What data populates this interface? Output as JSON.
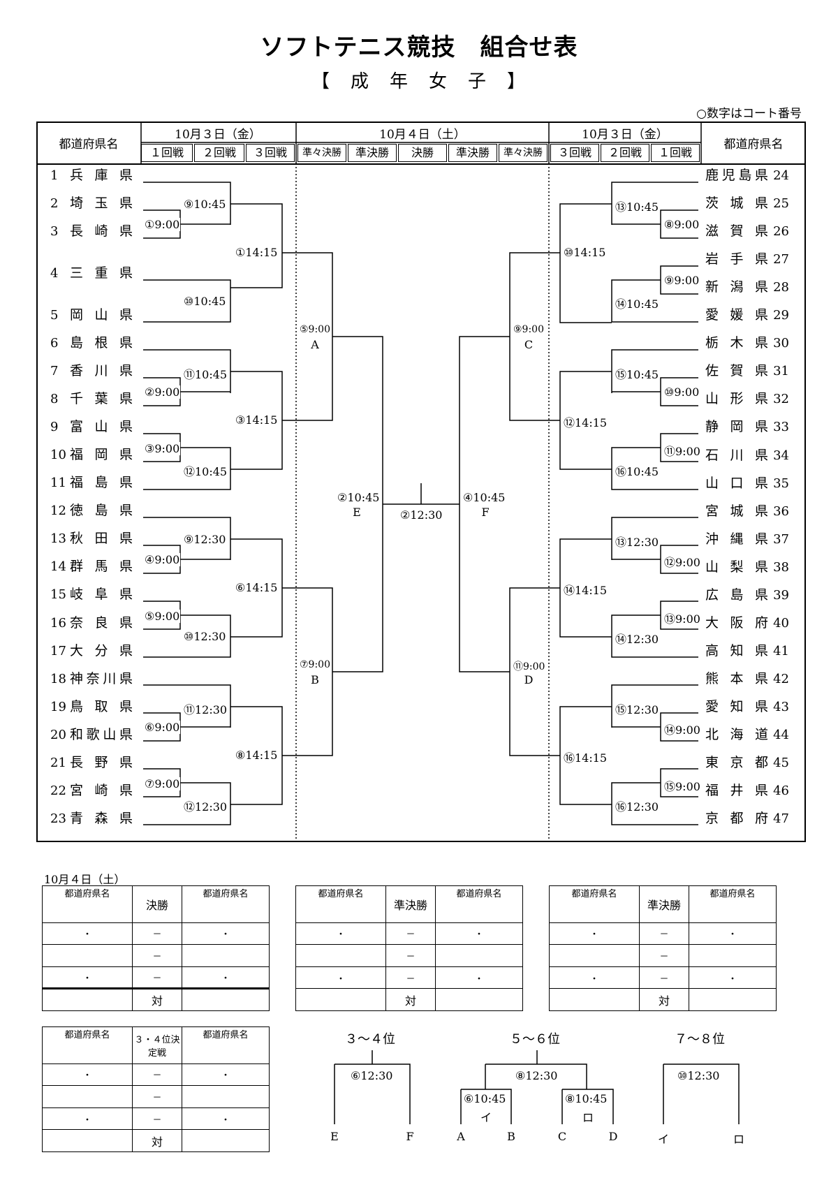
{
  "title": "ソフトテニス競技　組合せ表",
  "subtitle": "【　成　年　女　子　】",
  "note": "○数字はコート番号",
  "header": {
    "pref_col": "都道府県名",
    "date_left": "10月３日（金）",
    "date_center": "10月４日（土）",
    "date_right": "10月３日（金）",
    "rounds_left": [
      "１回戦",
      "２回戦",
      "３回戦"
    ],
    "rounds_center": [
      "準々決勝",
      "準決勝",
      "決勝",
      "準決勝",
      "準々決勝"
    ],
    "rounds_right": [
      "３回戦",
      "２回戦",
      "１回戦"
    ]
  },
  "left_prefs": [
    {
      "num": "1",
      "name": "兵庫県"
    },
    {
      "num": "2",
      "name": "埼玉県"
    },
    {
      "num": "3",
      "name": "長崎県"
    },
    {
      "num": "4",
      "name": "三重県"
    },
    {
      "num": "5",
      "name": "岡山県"
    },
    {
      "num": "6",
      "name": "島根県"
    },
    {
      "num": "7",
      "name": "香川県"
    },
    {
      "num": "8",
      "name": "千葉県"
    },
    {
      "num": "9",
      "name": "富山県"
    },
    {
      "num": "10",
      "name": "福岡県"
    },
    {
      "num": "11",
      "name": "福島県"
    },
    {
      "num": "12",
      "name": "徳島県"
    },
    {
      "num": "13",
      "name": "秋田県"
    },
    {
      "num": "14",
      "name": "群馬県"
    },
    {
      "num": "15",
      "name": "岐阜県"
    },
    {
      "num": "16",
      "name": "奈良県"
    },
    {
      "num": "17",
      "name": "大分県"
    },
    {
      "num": "18",
      "name": "神奈川県"
    },
    {
      "num": "19",
      "name": "鳥取県"
    },
    {
      "num": "20",
      "name": "和歌山県"
    },
    {
      "num": "21",
      "name": "長野県"
    },
    {
      "num": "22",
      "name": "宮崎県"
    },
    {
      "num": "23",
      "name": "青森県"
    }
  ],
  "right_prefs": [
    {
      "num": "24",
      "name": "鹿児島県"
    },
    {
      "num": "25",
      "name": "茨城県"
    },
    {
      "num": "26",
      "name": "滋賀県"
    },
    {
      "num": "27",
      "name": "岩手県"
    },
    {
      "num": "28",
      "name": "新潟県"
    },
    {
      "num": "29",
      "name": "愛媛県"
    },
    {
      "num": "30",
      "name": "栃木県"
    },
    {
      "num": "31",
      "name": "佐賀県"
    },
    {
      "num": "32",
      "name": "山形県"
    },
    {
      "num": "33",
      "name": "静岡県"
    },
    {
      "num": "34",
      "name": "石川県"
    },
    {
      "num": "35",
      "name": "山口県"
    },
    {
      "num": "36",
      "name": "宮城県"
    },
    {
      "num": "37",
      "name": "沖縄県"
    },
    {
      "num": "38",
      "name": "山梨県"
    },
    {
      "num": "39",
      "name": "広島県"
    },
    {
      "num": "40",
      "name": "大阪府"
    },
    {
      "num": "41",
      "name": "高知県"
    },
    {
      "num": "42",
      "name": "熊本県"
    },
    {
      "num": "43",
      "name": "愛知県"
    },
    {
      "num": "44",
      "name": "北海道"
    },
    {
      "num": "45",
      "name": "東京都"
    },
    {
      "num": "46",
      "name": "福井県"
    },
    {
      "num": "47",
      "name": "京都府"
    }
  ],
  "matches": {
    "l_r1_a": "①9:00",
    "l_r2_a": "⑨10:45",
    "l_r2_b": "⑩10:45",
    "l_r3_a": "①14:15",
    "l_r1_b": "②9:00",
    "l_r2_c": "⑪10:45",
    "l_r1_c": "③9:00",
    "l_r2_d": "⑫10:45",
    "l_r3_b": "③14:15",
    "l_r1_d": "④9:00",
    "l_r2_e": "⑨12:30",
    "l_r1_e": "⑤9:00",
    "l_r2_f": "⑩12:30",
    "l_r3_c": "⑥14:15",
    "l_r1_f": "⑥9:00",
    "l_r2_g": "⑪12:30",
    "l_r1_g": "⑦9:00",
    "l_r2_h": "⑫12:30",
    "l_r3_d": "⑧14:15",
    "l_qf_a": "⑤9:00",
    "l_qf_a_slot": "A",
    "l_qf_b": "⑦9:00",
    "l_qf_b_slot": "B",
    "l_sf": "②10:45",
    "l_sf_slot": "E",
    "final": "②12:30",
    "r_sf": "④10:45",
    "r_sf_slot": "F",
    "r_qf_c": "⑨9:00",
    "r_qf_c_slot": "C",
    "r_qf_d": "⑪9:00",
    "r_qf_d_slot": "D",
    "r_r2_a": "⑬10:45",
    "r_r1_a": "⑧9:00",
    "r_r3_a": "⑩14:15",
    "r_r1_b": "⑨9:00",
    "r_r2_b": "⑭10:45",
    "r_r2_c": "⑮10:45",
    "r_r1_c": "⑩9:00",
    "r_r3_b": "⑫14:15",
    "r_r1_d": "⑪9:00",
    "r_r2_d": "⑯10:45",
    "r_r2_e": "⑬12:30",
    "r_r1_e": "⑫9:00",
    "r_r3_c": "⑭14:15",
    "r_r1_f": "⑬9:00",
    "r_r2_f": "⑭12:30",
    "r_r2_g": "⑮12:30",
    "r_r1_g": "⑭9:00",
    "r_r3_d": "⑯14:15",
    "r_r1_h": "⑮9:00",
    "r_r2_h": "⑯12:30"
  },
  "results": {
    "date": "10月４日（土）",
    "pref_label": "都道府県名",
    "dot": "・",
    "dash": "－",
    "vs": "対",
    "tables": [
      {
        "title": "決勝"
      },
      {
        "title": "準決勝"
      },
      {
        "title": "準決勝"
      },
      {
        "title": "３・４位決定戦"
      }
    ]
  },
  "placements": {
    "p34": {
      "title": "３～４位",
      "match": "⑥12:30",
      "left": "E",
      "right": "F"
    },
    "p56": {
      "title": "５～６位",
      "match": "⑧12:30",
      "sub_left": "⑥10:45",
      "sub_left_label": "イ",
      "sub_right": "⑧10:45",
      "sub_right_label": "ロ",
      "slots": [
        "A",
        "B",
        "C",
        "D"
      ]
    },
    "p78": {
      "title": "７～８位",
      "match": "⑩12:30",
      "left": "イ",
      "right": "ロ"
    }
  }
}
